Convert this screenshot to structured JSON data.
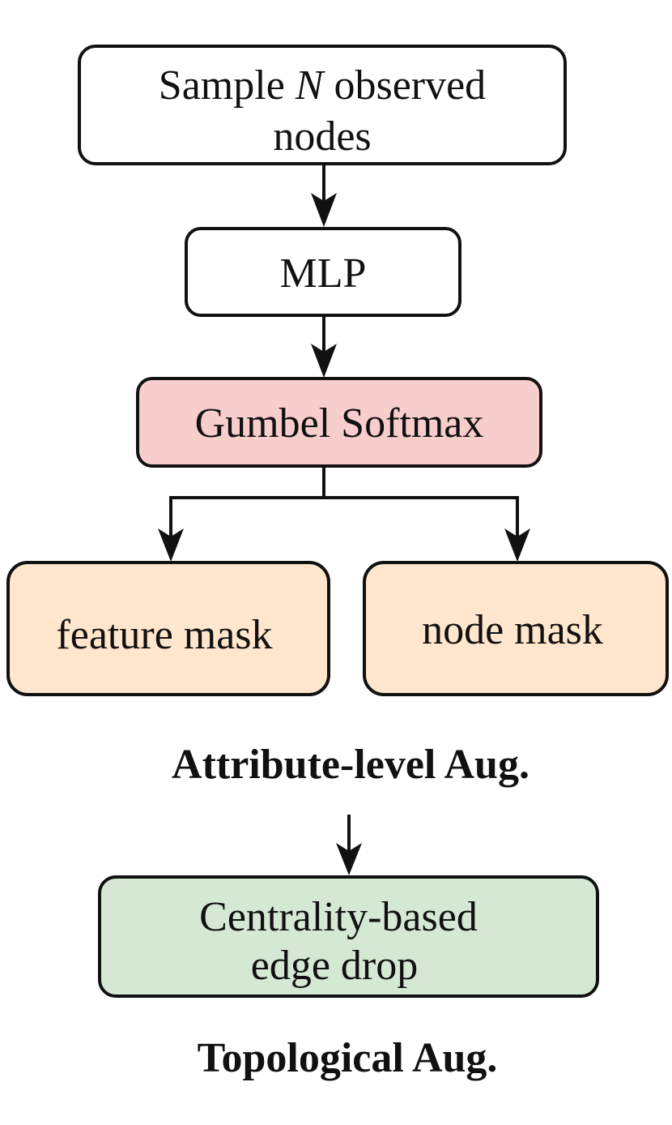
{
  "nodes": {
    "sample": {
      "line1_prefix": "Sample ",
      "line1_var": "N",
      "line1_suffix": " observed",
      "line2": "nodes"
    },
    "mlp": {
      "label": "MLP"
    },
    "gumbel": {
      "label": "Gumbel Softmax",
      "fill": "#f8cecc"
    },
    "feature_mask": {
      "label": "feature mask",
      "fill": "#ffe6cc"
    },
    "node_mask": {
      "label": "node mask",
      "fill": "#ffe6cc"
    },
    "edge_drop": {
      "line1": "Centrality-based",
      "line2": "edge drop",
      "fill": "#d5e8d4"
    }
  },
  "sections": {
    "attribute": "Attribute-level Aug.",
    "topological": "Topological Aug."
  },
  "colors": {
    "stroke": "#111111",
    "plain_fill": "#ffffff"
  }
}
